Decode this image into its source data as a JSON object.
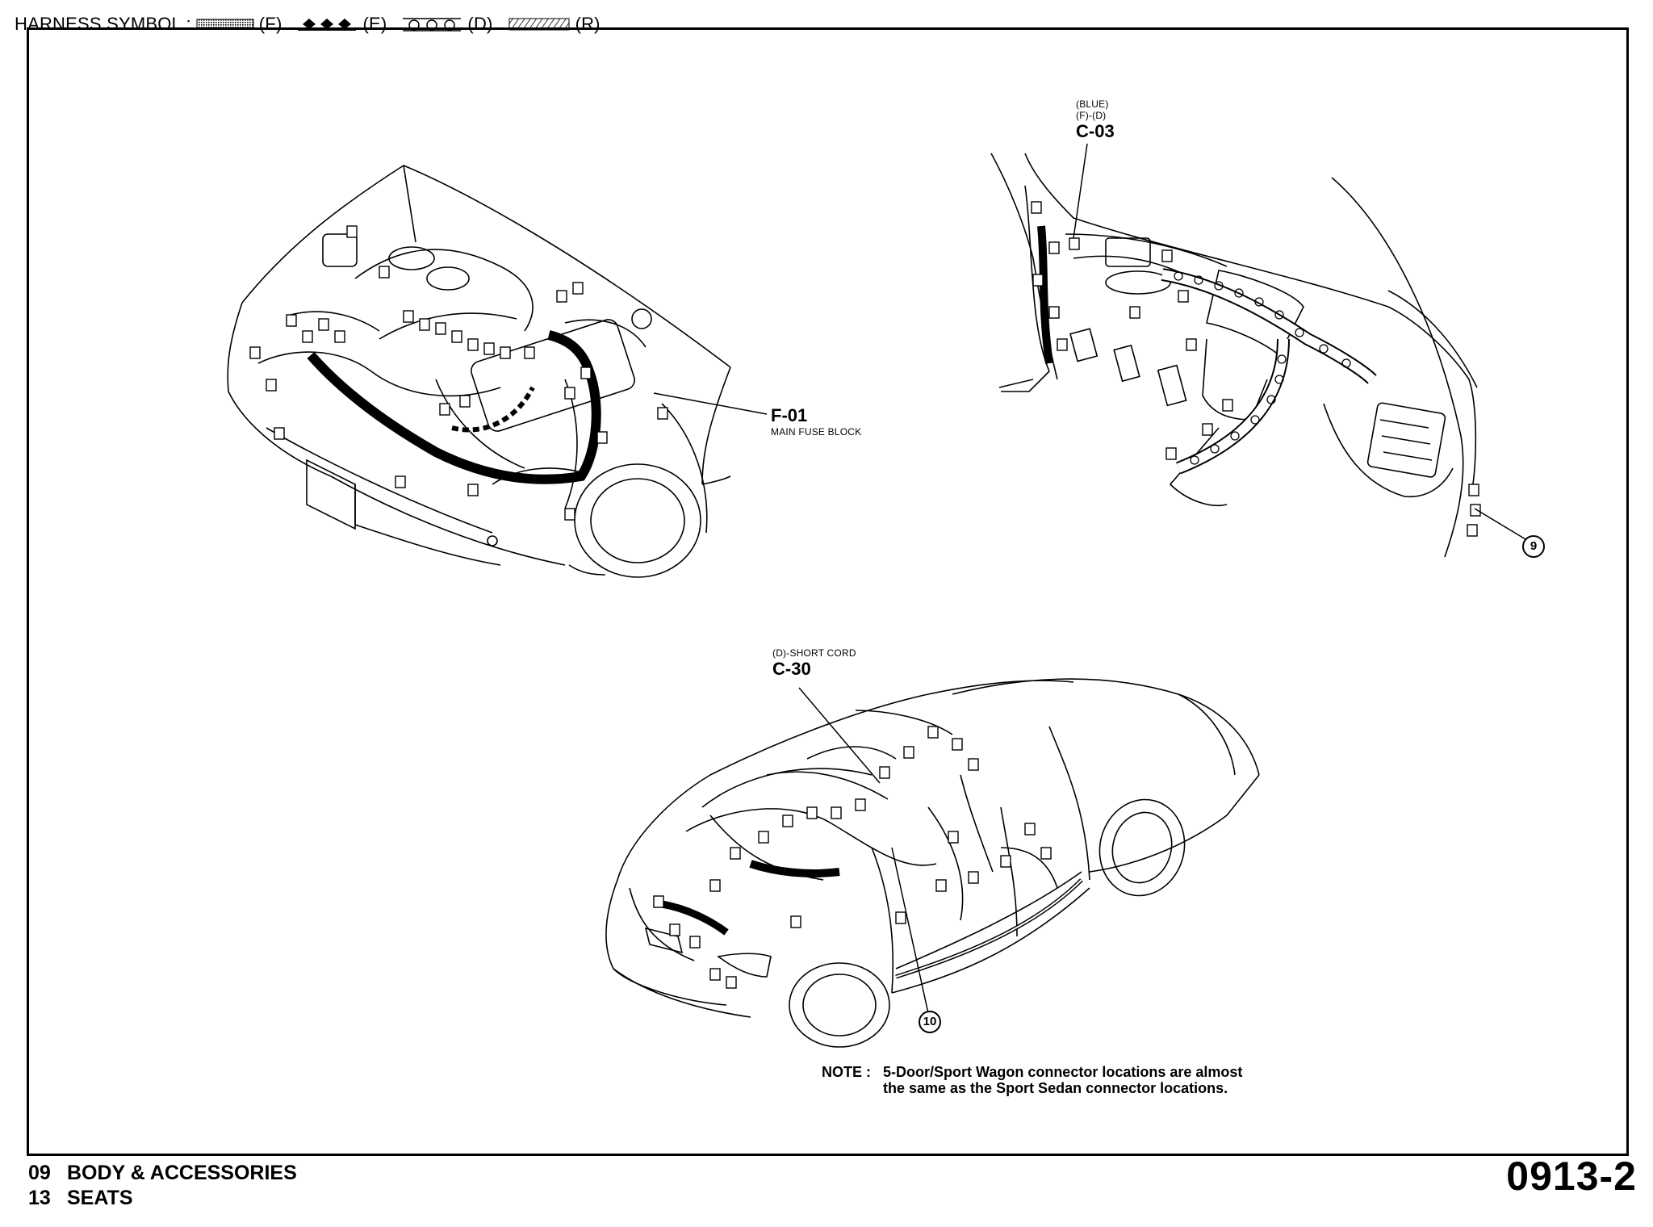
{
  "legend": {
    "title": "HARNESS SYMBOL :",
    "items": [
      {
        "code": "(F)",
        "icon": "dotted-harness-icon"
      },
      {
        "code": "(E)",
        "icon": "diamond-harness-icon"
      },
      {
        "code": "(D)",
        "icon": "circle-harness-icon"
      },
      {
        "code": "(R)",
        "icon": "hatched-harness-icon"
      }
    ]
  },
  "callouts": {
    "f01": {
      "code": "F-01",
      "desc": "MAIN FUSE BLOCK"
    },
    "c03": {
      "color": "(BLUE)",
      "harness": "(F)-(D)",
      "code": "C-03"
    },
    "c30": {
      "note": "(D)-SHORT CORD",
      "code": "C-30"
    },
    "ref9": "9",
    "ref10": "10"
  },
  "note": {
    "label": "NOTE :",
    "line1": "5-Door/Sport Wagon connector locations are almost",
    "line2": "the same as the Sport Sedan connector locations."
  },
  "footer": {
    "section_num": "09",
    "section_name": "BODY & ACCESSORIES",
    "subsection_num": "13",
    "subsection_name": "SEATS",
    "page_code": "0913-2"
  }
}
